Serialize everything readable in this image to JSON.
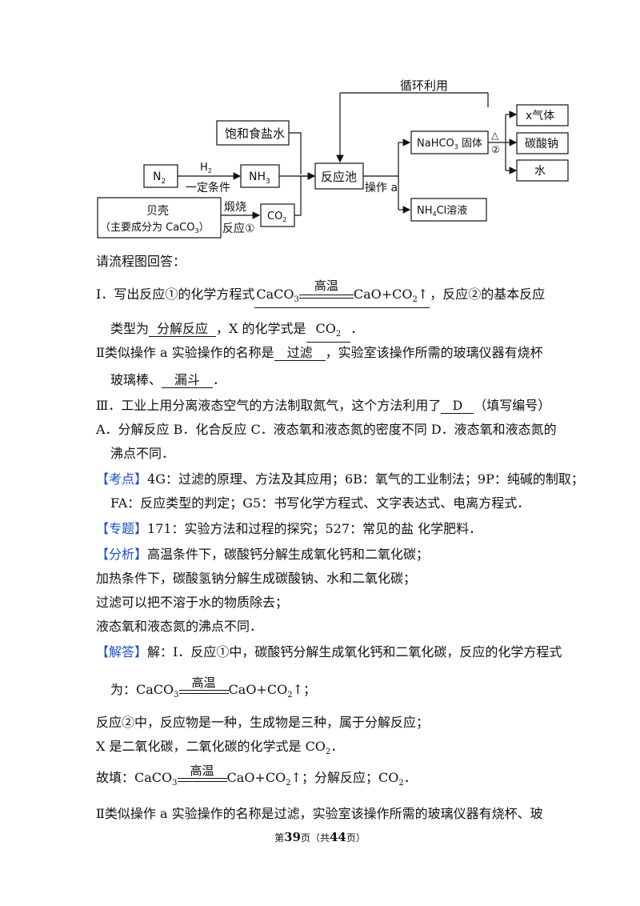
{
  "flowchart": {
    "recycle_label": "循环利用",
    "brine": "饱和食盐水",
    "n2": "N",
    "n2_sub": "2",
    "h2": "H",
    "h2_sub": "2",
    "condition": "一定条件",
    "nh3": "NH",
    "nh3_sub": "3",
    "reactor": "反应池",
    "operation_a": "操作 a",
    "shell_line1": "贝壳",
    "shell_line2": "（主要成分为 CaCO",
    "shell_sub": "3",
    "shell_end": "）",
    "calcine": "煅烧",
    "reaction1": "反应①",
    "co2": "CO",
    "co2_sub": "2",
    "nahco3": "NaHCO",
    "nahco3_sub": "3",
    "nahco3_end": " 固体",
    "heat": "△",
    "reaction2": "②",
    "nh4cl": "NH",
    "nh4cl_sub": "4",
    "nh4cl_end": "Cl溶液",
    "x_gas": "x气体",
    "soda": "碳酸钠",
    "water": "水"
  },
  "content": {
    "prompt": "请流程图回答：",
    "q1_prefix": "Ⅰ．写出反应①的化学方程式",
    "q1_caco": "CaCO",
    "sub3": "3",
    "cond_high_temp": "高温",
    "q1_products": "CaO+CO",
    "sub2": "2",
    "arrow_up": "↑",
    "q1_suffix": "，反应②的基本反应",
    "q1b_prefix": "类型为",
    "q1b_answer": "分解反应",
    "q1b_mid": "，X 的化学式是",
    "q1b_co": "CO",
    "q1b_end": "．",
    "q2_prefix": "Ⅱ类似操作 a 实验操作的名称是",
    "q2_answer": "过滤",
    "q2_suffix": "，实验室该操作所需的玻璃仪器有烧杯",
    "q2b_prefix": "玻璃棒、",
    "q2b_answer": "漏斗",
    "q2b_end": "．",
    "q3_prefix": "Ⅲ．工业上用分离液态空气的方法制取氮气，这个方法利用了",
    "q3_answer": "D",
    "q3_suffix": "（填写编号）",
    "options_line1": "A．分解反应 B．化合反应 C．液态氧和液态氮的密度不同 D．液态氧和液态氮的",
    "options_line2": "沸点不同．",
    "kaodian_tag": "【考点】",
    "kaodian_line1": "4G：过滤的原理、方法及其应用；6B：氧气的工业制法；9P：纯碱的制取；",
    "kaodian_line2": "FA：反应类型的判定；G5：书写化学方程式、文字表达式、电离方程式．",
    "zhuanti_tag": "【专题】",
    "zhuanti_text": "171：实验方法和过程的探究；527：常见的盐  化学肥料．",
    "fenxi_tag": "【分析】",
    "fenxi_line1": "高温条件下，碳酸钙分解生成氧化钙和二氧化碳；",
    "fenxi_line2": "加热条件下，碳酸氢钠分解生成碳酸钠、水和二氧化碳；",
    "fenxi_line3": "过滤可以把不溶于水的物质除去；",
    "fenxi_line4": "液态氧和液态氮的沸点不同．",
    "jieda_tag": "【解答】",
    "jieda_line1": "解：Ⅰ．反应①中，碳酸钙分解生成氧化钙和二氧化碳，反应的化学方程式",
    "jieda_eq_prefix": "为：",
    "semicolon": "；",
    "jieda_line3": "反应②中，反应物是一种，生成物是三种，属于分解反应；",
    "jieda_line4_a": "X 是二氧化碳，二氧化碳的化学式是 CO",
    "jieda_line4_b": "．",
    "guti_prefix": "故填：",
    "guti_mid": "；分解反应；CO",
    "guti_end": "．",
    "last_line": "Ⅱ类似操作 a 实验操作的名称是过滤，实验室该操作所需的玻璃仪器有烧杯、玻"
  },
  "footer": {
    "prefix": "第",
    "page": "39",
    "mid": "页（共",
    "total": "44",
    "suffix": "页）"
  }
}
